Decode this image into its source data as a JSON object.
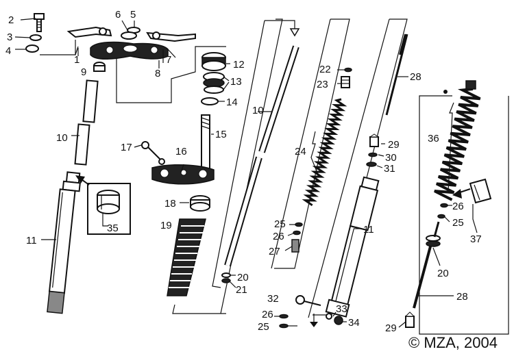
{
  "labels": {
    "p1": "1",
    "p2": "2",
    "p3": "3",
    "p4": "4",
    "p5": "5",
    "p6": "6",
    "p7": "7",
    "p8": "8",
    "p9": "9",
    "p10a": "10",
    "p10b": "10",
    "p11a": "11",
    "p11b": "11",
    "p12": "12",
    "p13": "13",
    "p14": "14",
    "p15": "15",
    "p16": "16",
    "p17": "17",
    "p18": "18",
    "p19": "19",
    "p20a": "20",
    "p20b": "20",
    "p21": "21",
    "p22": "22",
    "p23": "23",
    "p24": "24",
    "p25a": "25",
    "p25b": "25",
    "p25c": "25",
    "p26a": "26",
    "p26b": "26",
    "p26c": "26",
    "p27": "27",
    "p28a": "28",
    "p28b": "28",
    "p29a": "29",
    "p29b": "29",
    "p30": "30",
    "p31": "31",
    "p32": "32",
    "p33": "33",
    "p34": "34",
    "p35": "35",
    "p36": "36",
    "p37": "37"
  },
  "copyright": "© MZA, 2004"
}
